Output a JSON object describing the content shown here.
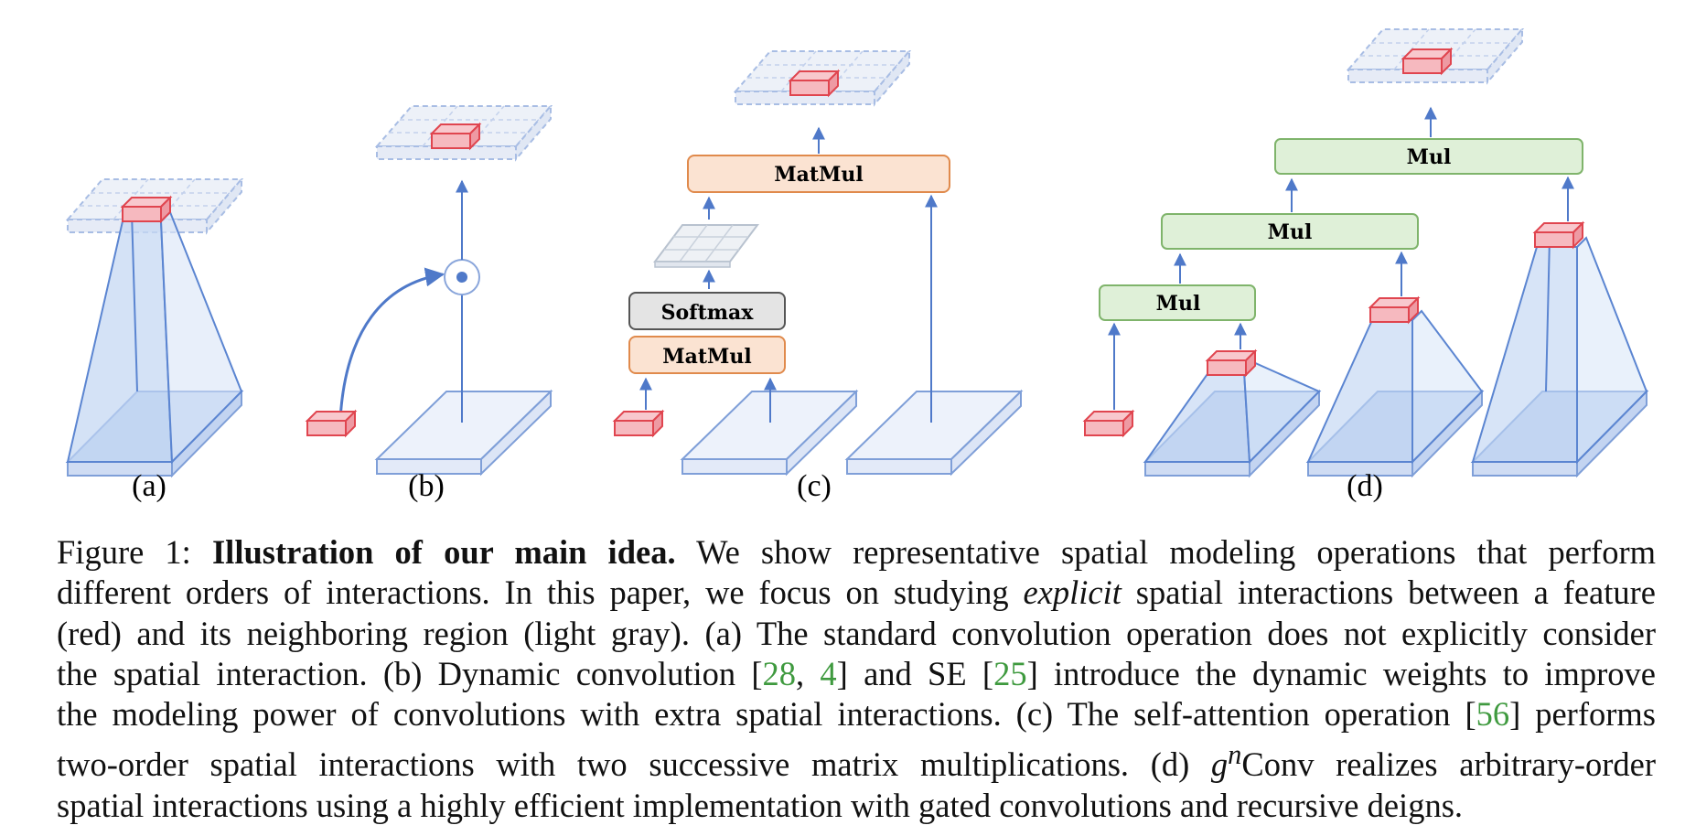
{
  "panels": {
    "a": "(a)",
    "b": "(b)",
    "c": "(c)",
    "d": "(d)"
  },
  "ops": {
    "c_matmul_top": "MatMul",
    "c_softmax": "Softmax",
    "c_matmul_bottom": "MatMul",
    "d_mul_1": "Mul",
    "d_mul_2": "Mul",
    "d_mul_3": "Mul"
  },
  "caption": {
    "prefix": "Figure 1:",
    "title": "Illustration of our main idea.",
    "l1_rest": "We show representative spatial modeling operations that perform",
    "l2_a": "different orders of interactions. In this paper, we focus on studying",
    "l2_em": "explicit",
    "l2_b": "spatial interactions between a feature",
    "l3": "(red) and its neighboring region (light gray). (a) The standard convolution operation does not explicitly consider",
    "l4_a": "the spatial interaction. (b) Dynamic convolution [",
    "cite_28": "28",
    "l4_comma": ", ",
    "cite_4": "4",
    "l4_b": "] and SE [",
    "cite_25": "25",
    "l4_c": "] introduce the dynamic weights to improve",
    "l5_a": "the modeling power of convolutions with extra spatial interactions. (c) The self-attention operation [",
    "cite_56": "56",
    "l5_b": "] performs",
    "l6_a": "two-order spatial interactions with two successive matrix multiplications. (d)",
    "l6_g": "g",
    "l6_n": "n",
    "l6_b": "Conv realizes arbitrary-order",
    "l7": "spatial interactions using a highly efficient implementation with gated convolutions and recursive deigns."
  },
  "colors": {
    "feature_red": "#e0454f",
    "feature_fill": "#f6b9bf",
    "slab_blue": "#7f9fd8",
    "slab_fill": "#edf2fb",
    "matmul_fill": "#fbe3d2",
    "matmul_stroke": "#e08a4c",
    "softmax_fill": "#e4e4e4",
    "softmax_stroke": "#555555",
    "mul_fill": "#dff0d8",
    "mul_stroke": "#7fb46b",
    "arrow": "#4f79c9",
    "citation": "#3f9a3f"
  }
}
